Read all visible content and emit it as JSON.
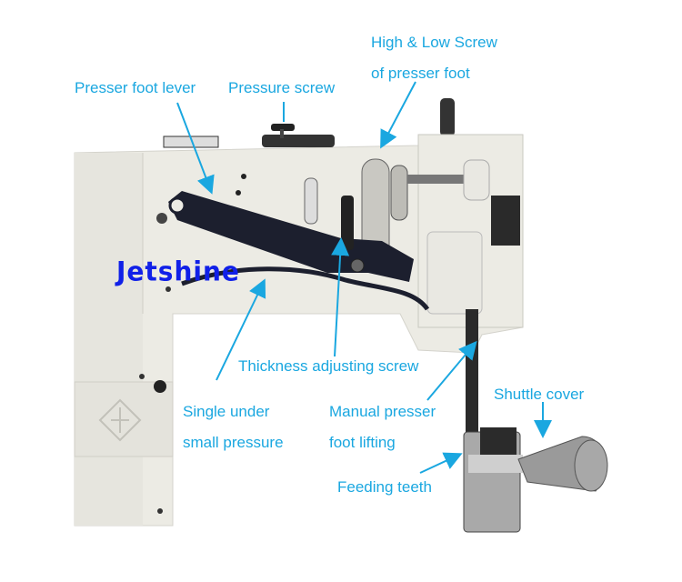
{
  "brand": "Jetshine",
  "colors": {
    "label": "#1aa7e0",
    "brand": "#1020e8",
    "machine_body": "#ecebe4",
    "lever": "#1c1f2e"
  },
  "labels": {
    "presser_foot_lever": "Presser foot lever",
    "pressure_screw": "Pressure screw",
    "high_low_screw_line1": "High & Low Screw",
    "high_low_screw_line2": "of presser foot",
    "thickness_adjusting_screw": "Thickness adjusting screw",
    "single_under_line1": "Single under",
    "single_under_line2": "small pressure",
    "manual_presser_line1": "Manual presser",
    "manual_presser_line2": "foot lifting",
    "shuttle_cover": "Shuttle cover",
    "feeding_teeth": "Feeding teeth"
  }
}
